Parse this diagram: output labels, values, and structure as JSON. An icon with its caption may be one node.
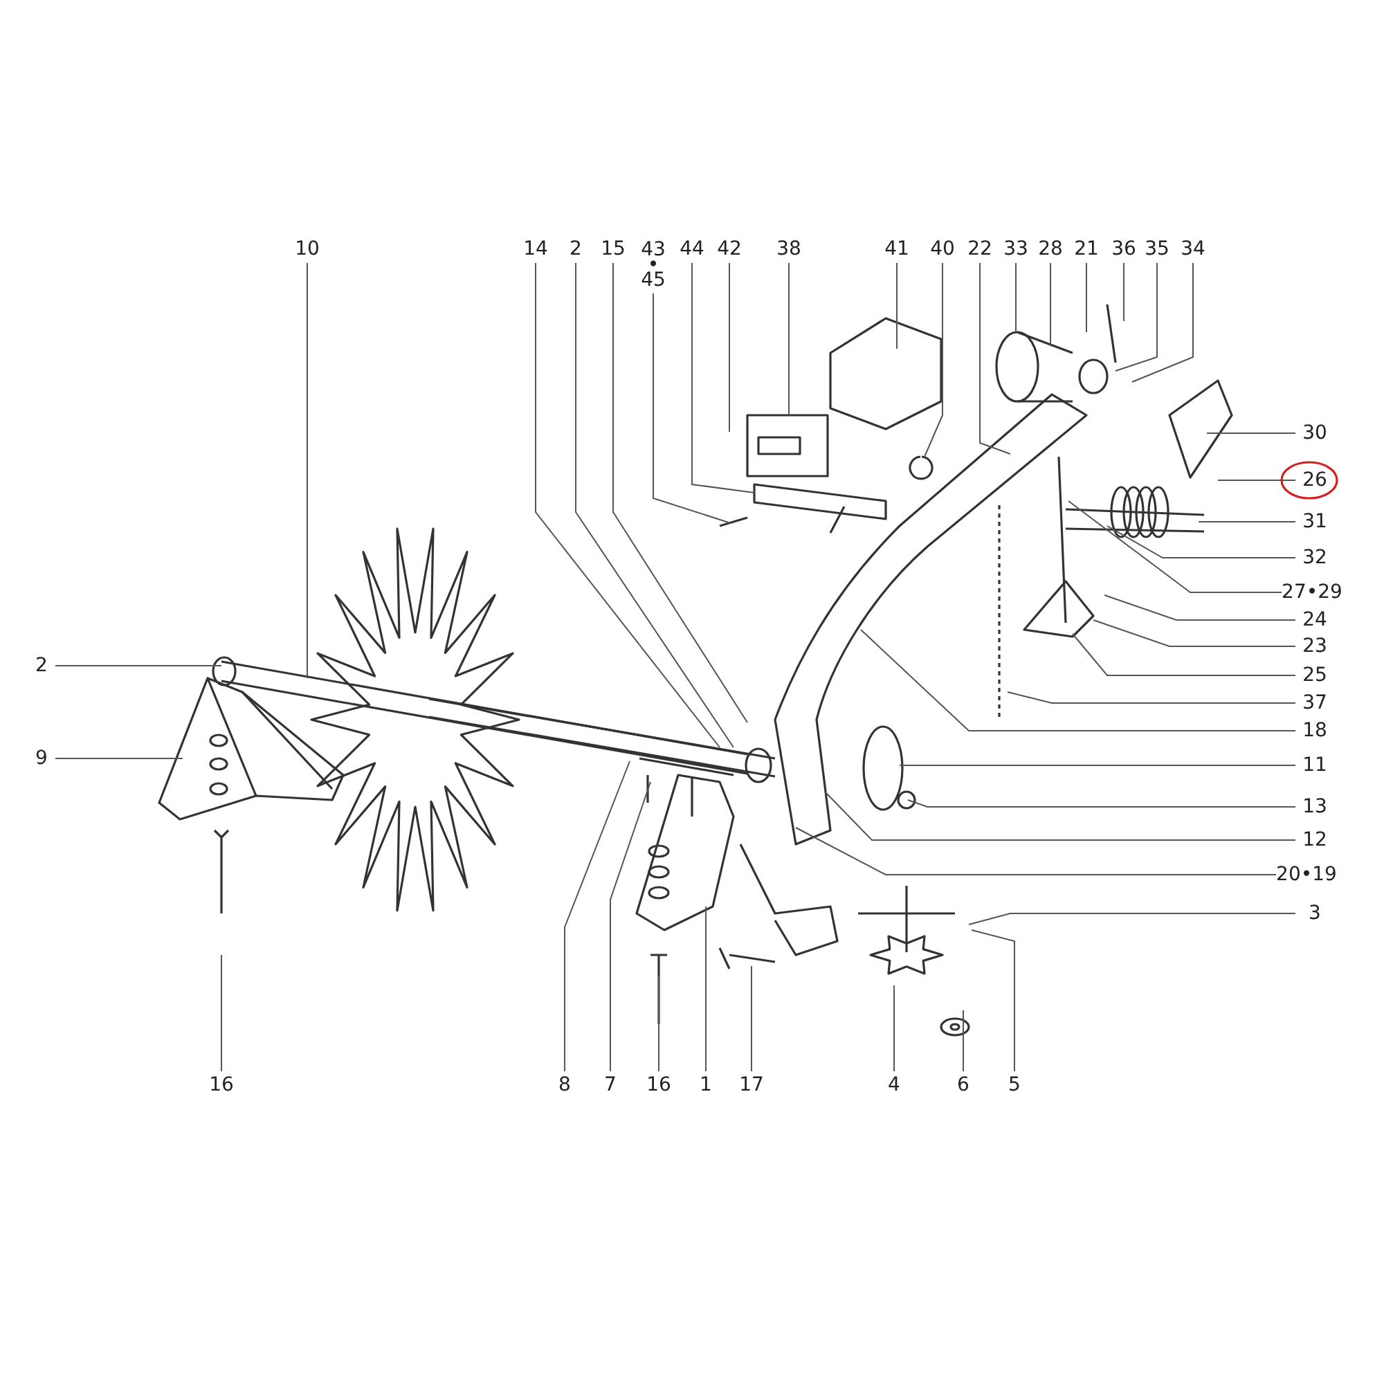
{
  "diagram": {
    "nodes": [
      {
        "text": [
          "10"
        ]
      },
      {
        "text": [
          "14"
        ]
      },
      {
        "text": [
          "2"
        ]
      },
      {
        "text": [
          "15"
        ]
      },
      {
        "text": [
          "43 • 45"
        ]
      },
      {
        "text": [
          "44"
        ]
      },
      {
        "text": [
          "42"
        ]
      },
      {
        "text": [
          "38"
        ]
      },
      {
        "text": [
          "41"
        ]
      },
      {
        "text": [
          "40"
        ]
      },
      {
        "text": [
          "22"
        ]
      },
      {
        "text": [
          "33"
        ]
      },
      {
        "text": [
          "28"
        ]
      },
      {
        "text": [
          "21"
        ]
      },
      {
        "text": [
          "36"
        ]
      },
      {
        "text": [
          "35"
        ]
      },
      {
        "text": [
          "34"
        ]
      },
      {
        "text": [
          "30"
        ]
      },
      {
        "text": [
          "26"
        ]
      },
      {
        "text": [
          "31"
        ]
      },
      {
        "text": [
          "32"
        ]
      },
      {
        "text": [
          "27•29"
        ]
      },
      {
        "text": [
          "24"
        ]
      },
      {
        "text": [
          "23"
        ]
      },
      {
        "text": [
          "2"
        ]
      },
      {
        "text": [
          "25"
        ]
      },
      {
        "text": [
          "37"
        ]
      },
      {
        "text": [
          "9"
        ]
      },
      {
        "text": [
          "18"
        ]
      },
      {
        "text": [
          "11"
        ]
      },
      {
        "text": [
          "13"
        ]
      },
      {
        "text": [
          "12"
        ]
      },
      {
        "text": [
          "20•19"
        ]
      },
      {
        "text": [
          "3"
        ]
      },
      {
        "text": [
          "16"
        ]
      },
      {
        "text": [
          "8"
        ]
      },
      {
        "text": [
          "7"
        ]
      },
      {
        "text": [
          "16"
        ]
      },
      {
        "text": [
          "1"
        ]
      },
      {
        "text": [
          "17"
        ]
      },
      {
        "text": [
          "4"
        ]
      },
      {
        "text": [
          "6"
        ]
      },
      {
        "text": [
          "5"
        ]
      }
    ],
    "edges": [
      {
        "from": 0,
        "to": null,
        "arrow": "none"
      },
      {
        "from": 1,
        "to": null,
        "arrow": "none"
      },
      {
        "from": 2,
        "to": null,
        "arrow": "none"
      },
      {
        "from": 3,
        "to": null,
        "arrow": "none"
      },
      {
        "from": 4,
        "to": null,
        "arrow": "none"
      },
      {
        "from": 5,
        "to": null,
        "arrow": "none"
      },
      {
        "from": 6,
        "to": null,
        "arrow": "none"
      },
      {
        "from": 7,
        "to": null,
        "arrow": "none"
      },
      {
        "from": 8,
        "to": null,
        "arrow": "none"
      },
      {
        "from": 9,
        "to": null,
        "arrow": "none"
      },
      {
        "from": 10,
        "to": null,
        "arrow": "none"
      },
      {
        "from": 11,
        "to": null,
        "arrow": "none"
      },
      {
        "from": 12,
        "to": null,
        "arrow": "none"
      },
      {
        "from": 13,
        "to": null,
        "arrow": "none"
      },
      {
        "from": 14,
        "to": null,
        "arrow": "none"
      },
      {
        "from": 15,
        "to": null,
        "arrow": "none"
      },
      {
        "from": 16,
        "to": null,
        "arrow": "none"
      },
      {
        "from": 17,
        "to": null,
        "arrow": "none"
      },
      {
        "from": 18,
        "to": null,
        "arrow": "none"
      },
      {
        "from": 19,
        "to": null,
        "arrow": "none"
      },
      {
        "from": 20,
        "to": null,
        "arrow": "none"
      },
      {
        "from": 21,
        "to": null,
        "arrow": "none"
      },
      {
        "from": 22,
        "to": null,
        "arrow": "none"
      },
      {
        "from": 23,
        "to": null,
        "arrow": "none"
      },
      {
        "from": 24,
        "to": null,
        "arrow": "none"
      },
      {
        "from": 25,
        "to": null,
        "arrow": "none"
      },
      {
        "from": 26,
        "to": null,
        "arrow": "none"
      },
      {
        "from": 27,
        "to": null,
        "arrow": "none"
      },
      {
        "from": 28,
        "to": null,
        "arrow": "none"
      },
      {
        "from": 29,
        "to": null,
        "arrow": "none"
      },
      {
        "from": 30,
        "to": null,
        "arrow": "none"
      },
      {
        "from": 31,
        "to": null,
        "arrow": "none"
      },
      {
        "from": 32,
        "to": null,
        "arrow": "none"
      },
      {
        "from": 33,
        "to": null,
        "arrow": "none"
      },
      {
        "from": 34,
        "to": null,
        "arrow": "none"
      },
      {
        "from": 35,
        "to": null,
        "arrow": "none"
      },
      {
        "from": 36,
        "to": null,
        "arrow": "none"
      },
      {
        "from": 37,
        "to": null,
        "arrow": "none"
      },
      {
        "from": 38,
        "to": null,
        "arrow": "none"
      },
      {
        "from": 39,
        "to": null,
        "arrow": "none"
      },
      {
        "from": 40,
        "to": null,
        "arrow": "none"
      },
      {
        "from": 41,
        "to": null,
        "arrow": "none"
      },
      {
        "from": 42,
        "to": null,
        "arrow": "none"
      }
    ]
  }
}
